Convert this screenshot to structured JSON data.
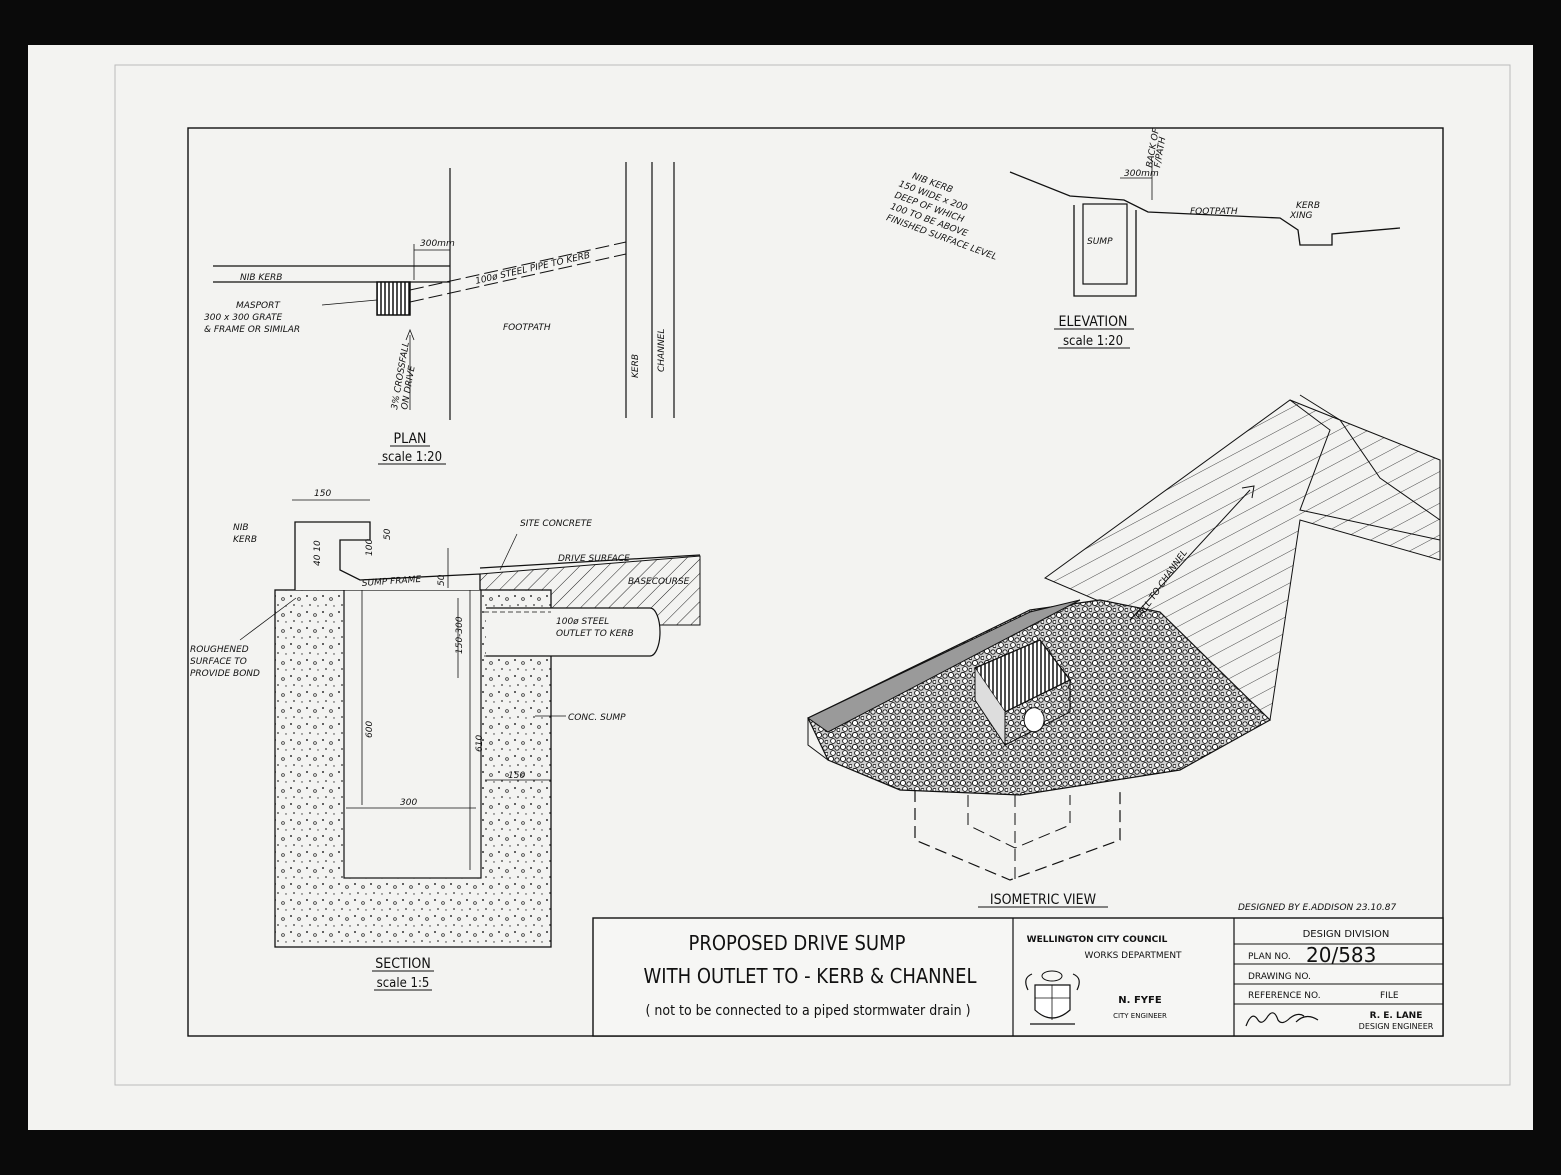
{
  "plan": {
    "title": "PLAN",
    "scale": "scale 1:20",
    "nib_kerb": "NIB KERB",
    "dim_300": "300mm",
    "pipe": "100ø STEEL PIPE TO KERB",
    "masport": [
      "MASPORT",
      "300 x 300 GRATE",
      "& FRAME OR SIMILAR"
    ],
    "crossfall": [
      "3% CROSSFALL",
      "ON DRIVE"
    ],
    "footpath": "FOOTPATH",
    "kerb": "KERB",
    "channel": "CHANNEL"
  },
  "elevation": {
    "title": "ELEVATION",
    "scale": "scale 1:20",
    "note": [
      "NIB KERB",
      "150 WIDE x 200",
      "DEEP OF WHICH",
      "100 TO BE ABOVE",
      "FINISHED SURFACE LEVEL"
    ],
    "dim_300": "300mm",
    "back_of": [
      "BACK OF",
      "F/PATH"
    ],
    "sump": "SUMP",
    "footpath": "FOOTPATH",
    "kerb_xing": [
      "KERB",
      "XING"
    ]
  },
  "section": {
    "title": "SECTION",
    "scale": "scale 1:5",
    "dim_150_top": "150",
    "nib_kerb": [
      "NIB",
      "KERB"
    ],
    "dim_100": "100",
    "dim_50": "50",
    "dim_4010": "40 10",
    "site_concrete": "SITE CONCRETE",
    "drive_surface": "DRIVE SURFACE",
    "basecourse": "BASECOURSE",
    "sump_frame": "SUMP FRAME",
    "dim_50b": "50",
    "dim_150_300": "150-300",
    "outlet": [
      "100ø STEEL",
      "OUTLET TO KERB"
    ],
    "roughened": [
      "ROUGHENED",
      "SURFACE TO",
      "PROVIDE BOND"
    ],
    "conc_sump": "CONC. SUMP",
    "dim_600": "600",
    "dim_610": "610",
    "dim_150_side": "150",
    "dim_300": "300"
  },
  "isometric": {
    "title": "ISOMETRIC VIEW",
    "fall": "FALL TO CHANNEL"
  },
  "designed_by": "DESIGNED BY  E.ADDISON  23.10.87",
  "title_block": {
    "title": [
      "PROPOSED  DRIVE  SUMP",
      "WITH  OUTLET  TO - KERB & CHANNEL"
    ],
    "subtitle": "( not to be connected  to  a piped  stormwater drain )",
    "council": "WELLINGTON CITY COUNCIL",
    "department": "WORKS DEPARTMENT",
    "engineer_name": "N. FYFE",
    "engineer_role": "CITY ENGINEER",
    "division": "DESIGN DIVISION",
    "plan_no_label": "PLAN NO.",
    "plan_no": "20/583",
    "drawing_no_label": "DRAWING NO.",
    "reference_no_label": "REFERENCE NO.",
    "file_label": "FILE",
    "design_engineer_name": "R. E. LANE",
    "design_engineer_role": "DESIGN ENGINEER"
  }
}
